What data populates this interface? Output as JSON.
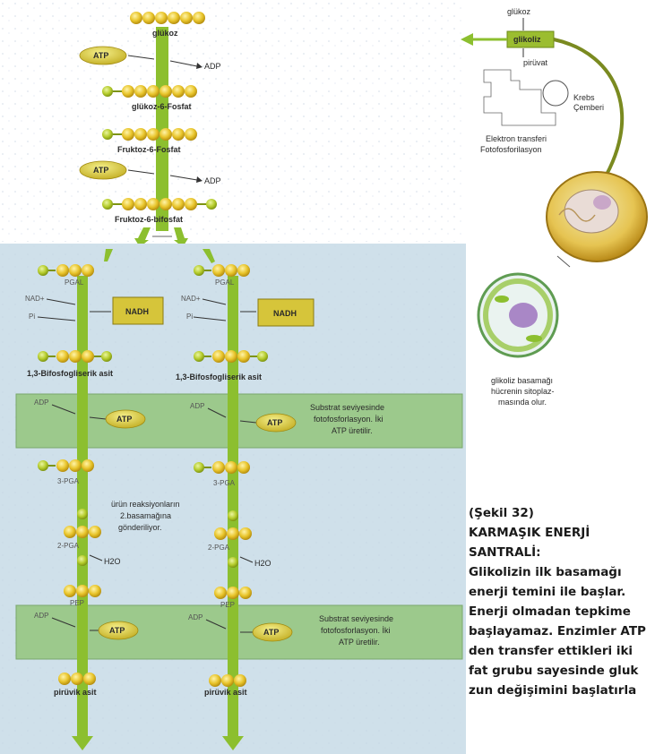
{
  "top_pathway": {
    "glucose": "glükoz",
    "atp": "ATP",
    "adp": "ADP",
    "g6p": "glükoz-6-Fosfat",
    "f6p": "Fruktoz-6-Fosfat",
    "f16bp": "Fruktoz-6-bifosfat"
  },
  "left_column": {
    "pgal": "PGAL",
    "nad": "NAD+",
    "pi": "Pi",
    "nadh": "NADH",
    "bpg": "1,3-Bifosfogliserik asit",
    "adp": "ADP",
    "atp": "ATP",
    "pga3": "3-PGA",
    "pga2": "2-PGA",
    "h2o": "H2O",
    "pep": "PEP",
    "pyruvate": "pirüvik asit"
  },
  "right_column": {
    "pgal": "PGAL",
    "nad": "NAD+",
    "pi": "Pi",
    "nadh": "NADH",
    "bpg": "1,3-Bifosfogliserik asit",
    "adp": "ADP",
    "atp": "ATP",
    "pga3": "3-PGA",
    "pga2": "2-PGA",
    "h2o": "H2O",
    "pep": "PEP",
    "pyruvate": "pirüvik asit"
  },
  "band_text": {
    "upper": [
      "Substrat seviyesinde",
      "fotofosforlasyon. İki",
      "ATP üretilir."
    ],
    "lower": [
      "Substrat seviyesinde",
      "fotofosforlasyon. İki",
      "ATP üretilir."
    ]
  },
  "middle_note": [
    "ürün reaksiyonların",
    "2.basamağına",
    "gönderiliyor."
  ],
  "overview": {
    "glucose": "glükoz",
    "glycolysis": "glikoliz",
    "pyruvate": "pirüvat",
    "krebs": [
      "Krebs",
      "Çemberi"
    ],
    "electron": [
      "Elektron transferi",
      "Fotofosforilasyon"
    ]
  },
  "cell_note": [
    "glikoliz basamağı",
    "hücrenin sitoplaz-",
    "masında olur."
  ],
  "caption": {
    "figure": "(Şekil 32)",
    "title_line1": "KARMAŞIK ENERJİ",
    "title_line2": "SANTRALİ:",
    "body": [
      "Glikolizin ilk basamağı",
      "enerji temini ile başlar.",
      "Enerji olmadan tepkime",
      "başlayamaz. Enzimler ATP",
      "den transfer ettikleri iki",
      "fat grubu sayesinde gluk",
      "zun değişimini başlatırla"
    ]
  },
  "colors": {
    "panel_bg": "#cfe0ea",
    "band": "#9cc98c",
    "arrow_green": "#8cbf2f",
    "molecule": "#e8c42a",
    "phosphate": "#b5cc2c",
    "nadh_box": "#d6c53a"
  }
}
